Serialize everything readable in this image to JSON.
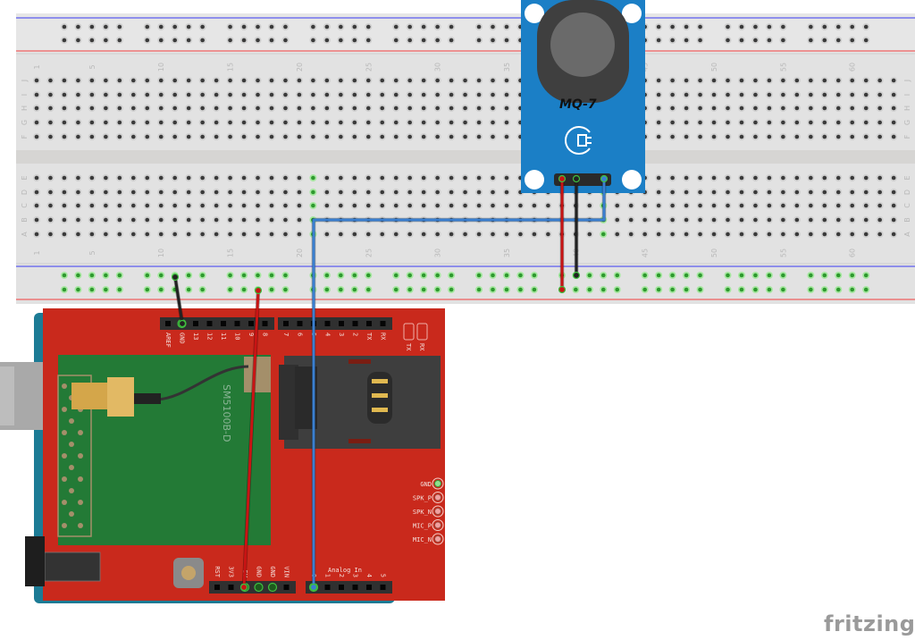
{
  "breadboard": {
    "rows_top": [
      "J",
      "I",
      "H",
      "G",
      "F"
    ],
    "rows_bottom": [
      "E",
      "D",
      "C",
      "B",
      "A"
    ],
    "column_numbers": [
      "1",
      "5",
      "10",
      "15",
      "20",
      "25",
      "30",
      "35",
      "40",
      "45",
      "50",
      "55",
      "60"
    ],
    "columns": 63
  },
  "sensor": {
    "label": "MQ-7",
    "color": "#1b7fc6"
  },
  "shield": {
    "module_label": "SM5100B-D",
    "digital_header_left": [
      "AREF",
      "GND",
      "13",
      "12",
      "11",
      "10",
      "9",
      "8"
    ],
    "digital_header_right": [
      "7",
      "6",
      "5",
      "4",
      "3",
      "2",
      "TX",
      "RX"
    ],
    "led_labels": [
      "TX",
      "RX"
    ],
    "power_header": [
      "RST",
      "3V3",
      "5V",
      "GND",
      "GND",
      "VIN"
    ],
    "analog_title": "Analog In",
    "analog_header": [
      "0",
      "1",
      "2",
      "3",
      "4",
      "5"
    ],
    "audio_pins": [
      "GND",
      "SPK_P",
      "SPK_N",
      "MIC_P",
      "MIC_N"
    ],
    "color": "#c9291c"
  },
  "wires": [
    {
      "name": "gnd-wire-arduino",
      "color": "#222222"
    },
    {
      "name": "5v-wire-arduino",
      "color": "#c81414"
    },
    {
      "name": "signal-wire-a0",
      "color": "#3a7fd0"
    },
    {
      "name": "vcc-wire-sensor",
      "color": "#c81414"
    },
    {
      "name": "gnd-wire-sensor",
      "color": "#222222"
    }
  ],
  "logo": "fritzing"
}
